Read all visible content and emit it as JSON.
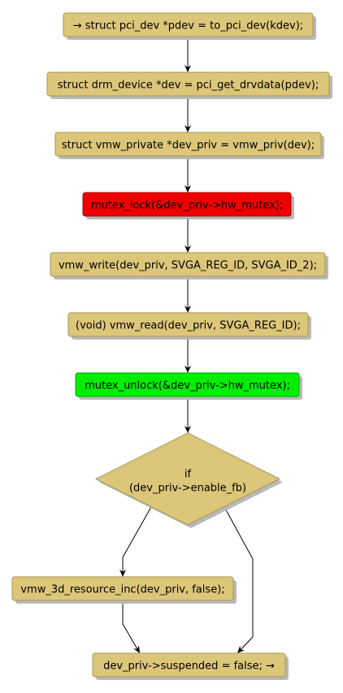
{
  "diagram": {
    "colors": {
      "box": "#dcc679",
      "box_border": "#a89652",
      "lock": "#ee0000",
      "lock_border": "#aa0000",
      "unlock": "#00ee00",
      "unlock_border": "#00aa00",
      "shadow": "#b8b8b8",
      "edge": "#000000"
    },
    "nodes": [
      {
        "id": "n1",
        "kind": "box",
        "color": "box",
        "text": "→ struct pci_dev *pdev = to_pci_dev(kdev);"
      },
      {
        "id": "n2",
        "kind": "box",
        "color": "box",
        "text": "struct drm_device *dev = pci_get_drvdata(pdev);"
      },
      {
        "id": "n3",
        "kind": "box",
        "color": "box",
        "text": "struct vmw_private *dev_priv = vmw_priv(dev);"
      },
      {
        "id": "n4",
        "kind": "box",
        "color": "lock",
        "text": "mutex_lock(&dev_priv->hw_mutex);"
      },
      {
        "id": "n5",
        "kind": "box",
        "color": "box",
        "text": "vmw_write(dev_priv, SVGA_REG_ID, SVGA_ID_2);"
      },
      {
        "id": "n6",
        "kind": "box",
        "color": "box",
        "text": "(void) vmw_read(dev_priv, SVGA_REG_ID);"
      },
      {
        "id": "n7",
        "kind": "box",
        "color": "unlock",
        "text": "mutex_unlock(&dev_priv->hw_mutex);"
      },
      {
        "id": "d1",
        "kind": "diamond",
        "color": "box",
        "lines": [
          "if",
          "(dev_priv->enable_fb)"
        ]
      },
      {
        "id": "n8",
        "kind": "box",
        "color": "box",
        "text": "vmw_3d_resource_inc(dev_priv, false);"
      },
      {
        "id": "n9",
        "kind": "box",
        "color": "box",
        "text": "dev_priv->suspended = false; →"
      }
    ],
    "edges": [
      {
        "from": "n1",
        "to": "n2"
      },
      {
        "from": "n2",
        "to": "n3"
      },
      {
        "from": "n3",
        "to": "n4"
      },
      {
        "from": "n4",
        "to": "n5"
      },
      {
        "from": "n5",
        "to": "n6"
      },
      {
        "from": "n6",
        "to": "n7"
      },
      {
        "from": "n7",
        "to": "d1"
      },
      {
        "from": "d1",
        "to": "n8"
      },
      {
        "from": "d1",
        "to": "n9"
      },
      {
        "from": "n8",
        "to": "n9"
      }
    ]
  }
}
